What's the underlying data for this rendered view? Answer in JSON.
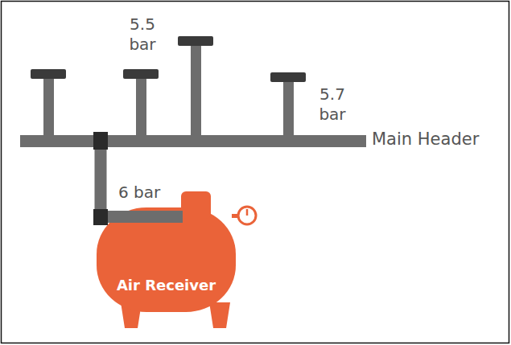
{
  "diagram": {
    "nodes": [
      {
        "text": [
          "Main Header"
        ]
      },
      {
        "text": [
          "Air Receiver"
        ]
      }
    ],
    "edges": [
      {
        "from": 1,
        "to": 0,
        "arrow": "none",
        "label": "6 bar"
      }
    ],
    "labels": [
      "5.5 bar",
      "5.7 bar"
    ]
  }
}
